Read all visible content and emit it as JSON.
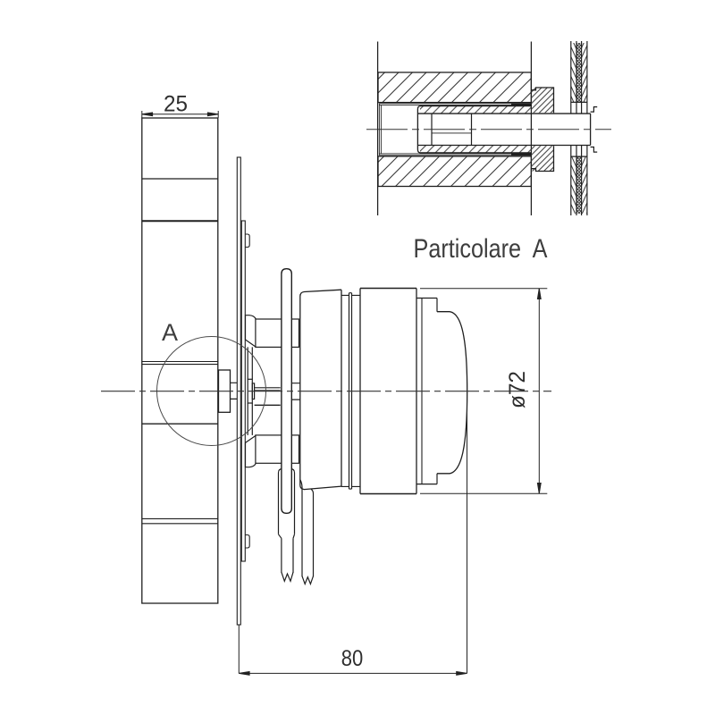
{
  "drawing": {
    "type": "technical-drawing",
    "description": "Engineering cross-section drawing of a motor and bushing mounted through a panel, with enlarged detail view",
    "labels": {
      "dim_panel_thickness": "25",
      "dim_motor_length": "80",
      "dim_motor_diameter": "ø72",
      "detail_caption": "Particolare  A",
      "detail_marker": "A"
    },
    "colors": {
      "background": "#ffffff",
      "line": "#1f1f1f",
      "hatch": "#3a3a3a",
      "text": "#2f2f2f"
    }
  }
}
